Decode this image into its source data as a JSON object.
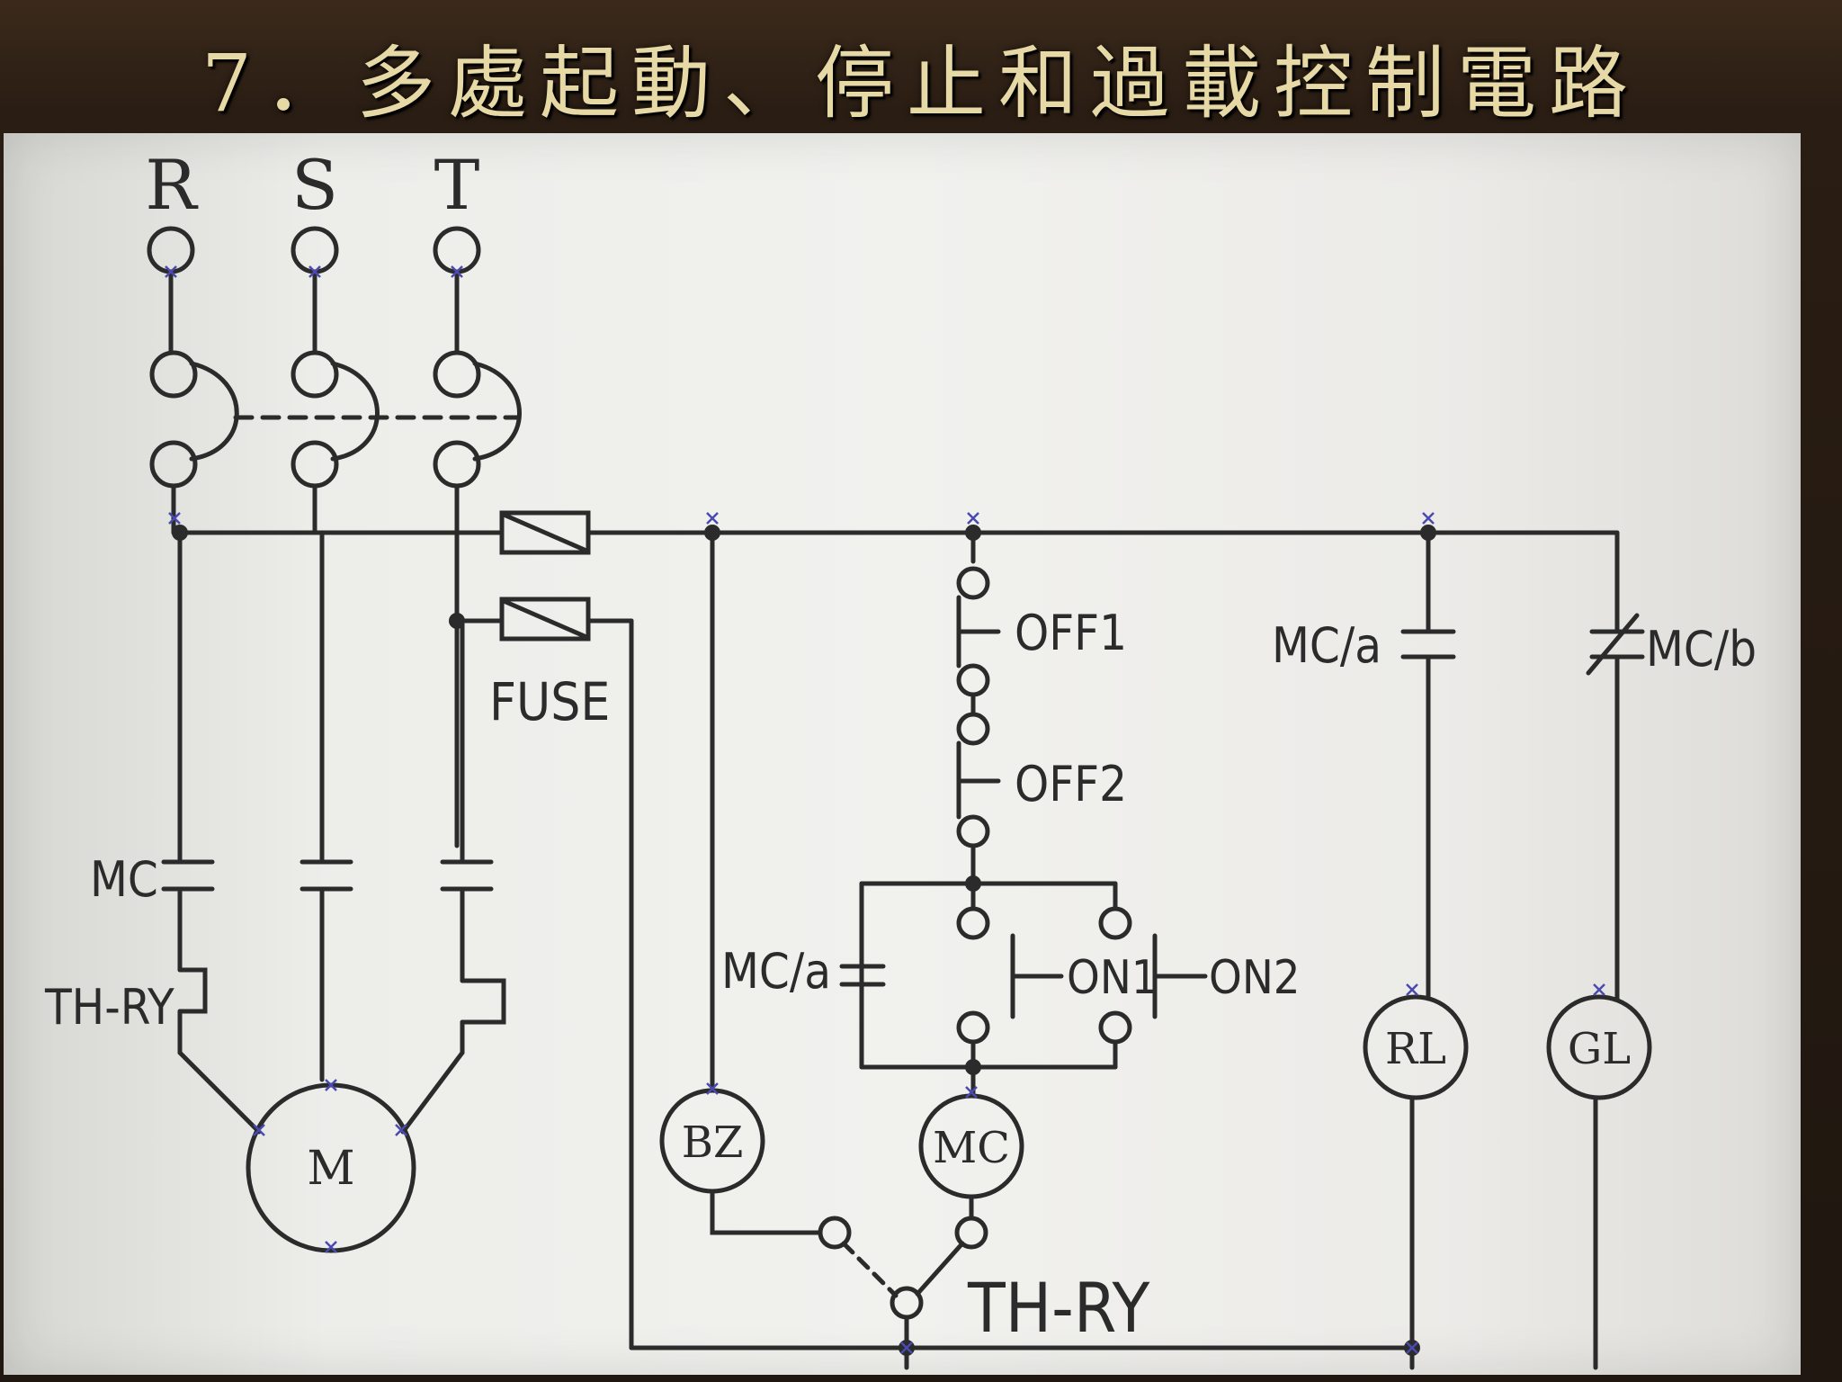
{
  "title": "7．多處起動、停止和過載控制電路",
  "colors": {
    "title_text": "#e6d9a6",
    "background": "#2a1d13",
    "slide": "#efefec",
    "wire": "#2b2b2b",
    "marker": "#4a4ab0"
  },
  "labels": {
    "r": "R",
    "s": "S",
    "t": "T",
    "fuse": "FUSE",
    "mc_main": "MC",
    "th_ry_main": "TH-RY",
    "motor": "M",
    "off1": "OFF1",
    "off2": "OFF2",
    "mc_a_hold": "MC/a",
    "on1": "ON1",
    "on2": "ON2",
    "mc_a_lamp": "MC/a",
    "mc_b_lamp": "MC/b",
    "rl": "RL",
    "gl": "GL",
    "bz": "BZ",
    "mc_coil": "MC",
    "th_ry_bottom": "TH-RY"
  }
}
